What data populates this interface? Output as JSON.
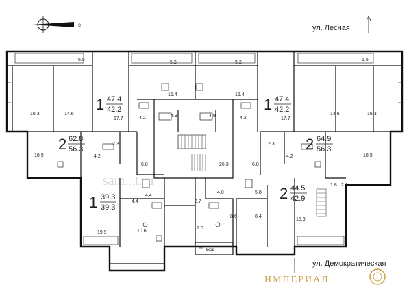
{
  "compass": {
    "direction_label": "с"
  },
  "streets": {
    "top": "ул. Лесная",
    "bottom": "ул. Демократическая"
  },
  "entrance_label": "вход",
  "watermark": "sam...t.ru",
  "brand": "ИМПЕРИАЛ",
  "apartments": [
    {
      "rooms": "1",
      "total": "47.4",
      "living": "42.2"
    },
    {
      "rooms": "1",
      "total": "47.4",
      "living": "42.2"
    },
    {
      "rooms": "2",
      "total": "62.8",
      "living": "56.3"
    },
    {
      "rooms": "2",
      "total": "64.9",
      "living": "56.3"
    },
    {
      "rooms": "1",
      "total": "39.3",
      "living": "39.3"
    },
    {
      "rooms": "2",
      "total": "44.5",
      "living": "42.9"
    }
  ],
  "room_areas": [
    "6.5",
    "5.2",
    "5.2",
    "6.5",
    "16.3",
    "14.6",
    "17.7",
    "15.4",
    "15.4",
    "17.7",
    "14.6",
    "16.3",
    "4.2",
    "4.9",
    "4.9",
    "4.2",
    "18.9",
    "2.3",
    "4.2",
    "6.8",
    "26.3",
    "6.8",
    "2.3",
    "4.2",
    "18.9",
    "4.4",
    "4.4",
    "2.7",
    "4.0",
    "5.8",
    "1.8",
    "2.1",
    "19.9",
    "10.6",
    "7.0",
    "8.6",
    "8.4",
    "15.6"
  ]
}
